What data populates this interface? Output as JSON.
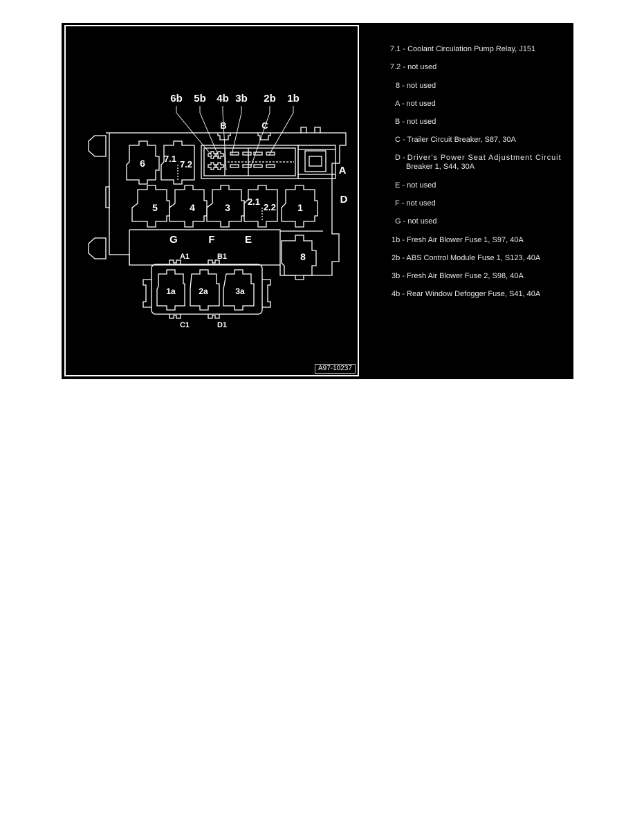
{
  "diagram": {
    "reference_id": "A97-10237",
    "callouts_top": [
      "6b",
      "5b",
      "4b",
      "3b",
      "2b",
      "1b"
    ],
    "slot_labels": {
      "relay_6": "6",
      "relay_7_1": "7.1",
      "relay_7_2": "7.2",
      "relay_5": "5",
      "relay_4": "4",
      "relay_3": "3",
      "relay_2_1": "2.1",
      "relay_2_2": "2.2",
      "relay_1": "1",
      "relay_8": "8",
      "slot_1a": "1a",
      "slot_2a": "2a",
      "slot_3a": "3a",
      "pos_A": "A",
      "pos_B": "B",
      "pos_C": "C",
      "pos_D": "D",
      "pos_E": "E",
      "pos_F": "F",
      "pos_G": "G",
      "pos_A1": "A1",
      "pos_B1": "B1",
      "pos_C1": "C1",
      "pos_D1": "D1"
    }
  },
  "legend": {
    "items": [
      {
        "key": "7.1",
        "desc": "Coolant Circulation Pump Relay, J151"
      },
      {
        "key": "7.2",
        "desc": "not used"
      },
      {
        "key": "8",
        "desc": "not used"
      },
      {
        "key": "A",
        "desc": "not used"
      },
      {
        "key": "B",
        "desc": "not used"
      },
      {
        "key": "C",
        "desc": "Trailer Circuit Breaker, S87, 30A"
      },
      {
        "key": "D",
        "desc": "Driver's Power Seat Adjustment Circuit",
        "desc_cont": "Breaker 1, S44, 30A"
      },
      {
        "key": "E",
        "desc": "not used"
      },
      {
        "key": "F",
        "desc": "not used"
      },
      {
        "key": "G",
        "desc": "not used"
      },
      {
        "key": "1b",
        "desc": "Fresh Air Blower Fuse 1, S97, 40A"
      },
      {
        "key": "2b",
        "desc": "ABS Control Module Fuse 1, S123, 40A"
      },
      {
        "key": "3b",
        "desc": "Fresh Air Blower Fuse 2, S98, 40A"
      },
      {
        "key": "4b",
        "desc": "Rear Window Defogger Fuse, S41, 40A"
      }
    ]
  }
}
